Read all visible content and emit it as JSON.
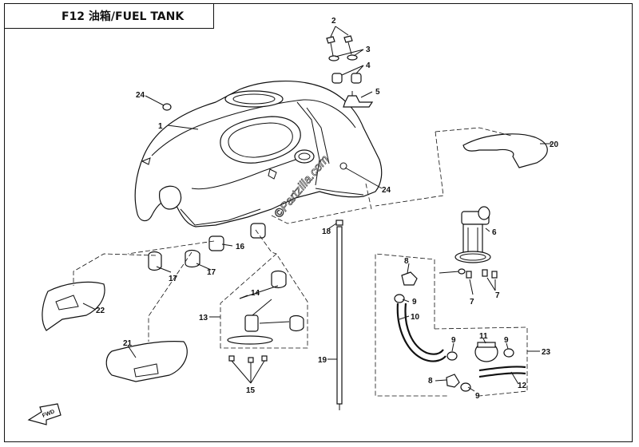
{
  "title": "F12 油箱/FUEL TANK",
  "watermark": "©Partzilla.com",
  "fwd_label": "FWD",
  "callouts": [
    {
      "id": "c1",
      "label": "1"
    },
    {
      "id": "c2",
      "label": "2"
    },
    {
      "id": "c3",
      "label": "3"
    },
    {
      "id": "c4",
      "label": "4"
    },
    {
      "id": "c5",
      "label": "5"
    },
    {
      "id": "c6",
      "label": "6"
    },
    {
      "id": "c7a",
      "label": "7"
    },
    {
      "id": "c7b",
      "label": "7"
    },
    {
      "id": "c8a",
      "label": "8"
    },
    {
      "id": "c8b",
      "label": "8"
    },
    {
      "id": "c9a",
      "label": "9"
    },
    {
      "id": "c9b",
      "label": "9"
    },
    {
      "id": "c9c",
      "label": "9"
    },
    {
      "id": "c9d",
      "label": "9"
    },
    {
      "id": "c10",
      "label": "10"
    },
    {
      "id": "c11",
      "label": "11"
    },
    {
      "id": "c12",
      "label": "12"
    },
    {
      "id": "c13",
      "label": "13"
    },
    {
      "id": "c14",
      "label": "14"
    },
    {
      "id": "c15",
      "label": "15"
    },
    {
      "id": "c16",
      "label": "16"
    },
    {
      "id": "c17a",
      "label": "17"
    },
    {
      "id": "c17b",
      "label": "17"
    },
    {
      "id": "c18",
      "label": "18"
    },
    {
      "id": "c19",
      "label": "19"
    },
    {
      "id": "c20",
      "label": "20"
    },
    {
      "id": "c21",
      "label": "21"
    },
    {
      "id": "c22",
      "label": "22"
    },
    {
      "id": "c23",
      "label": "23"
    },
    {
      "id": "c24a",
      "label": "24"
    },
    {
      "id": "c24b",
      "label": "24"
    }
  ]
}
